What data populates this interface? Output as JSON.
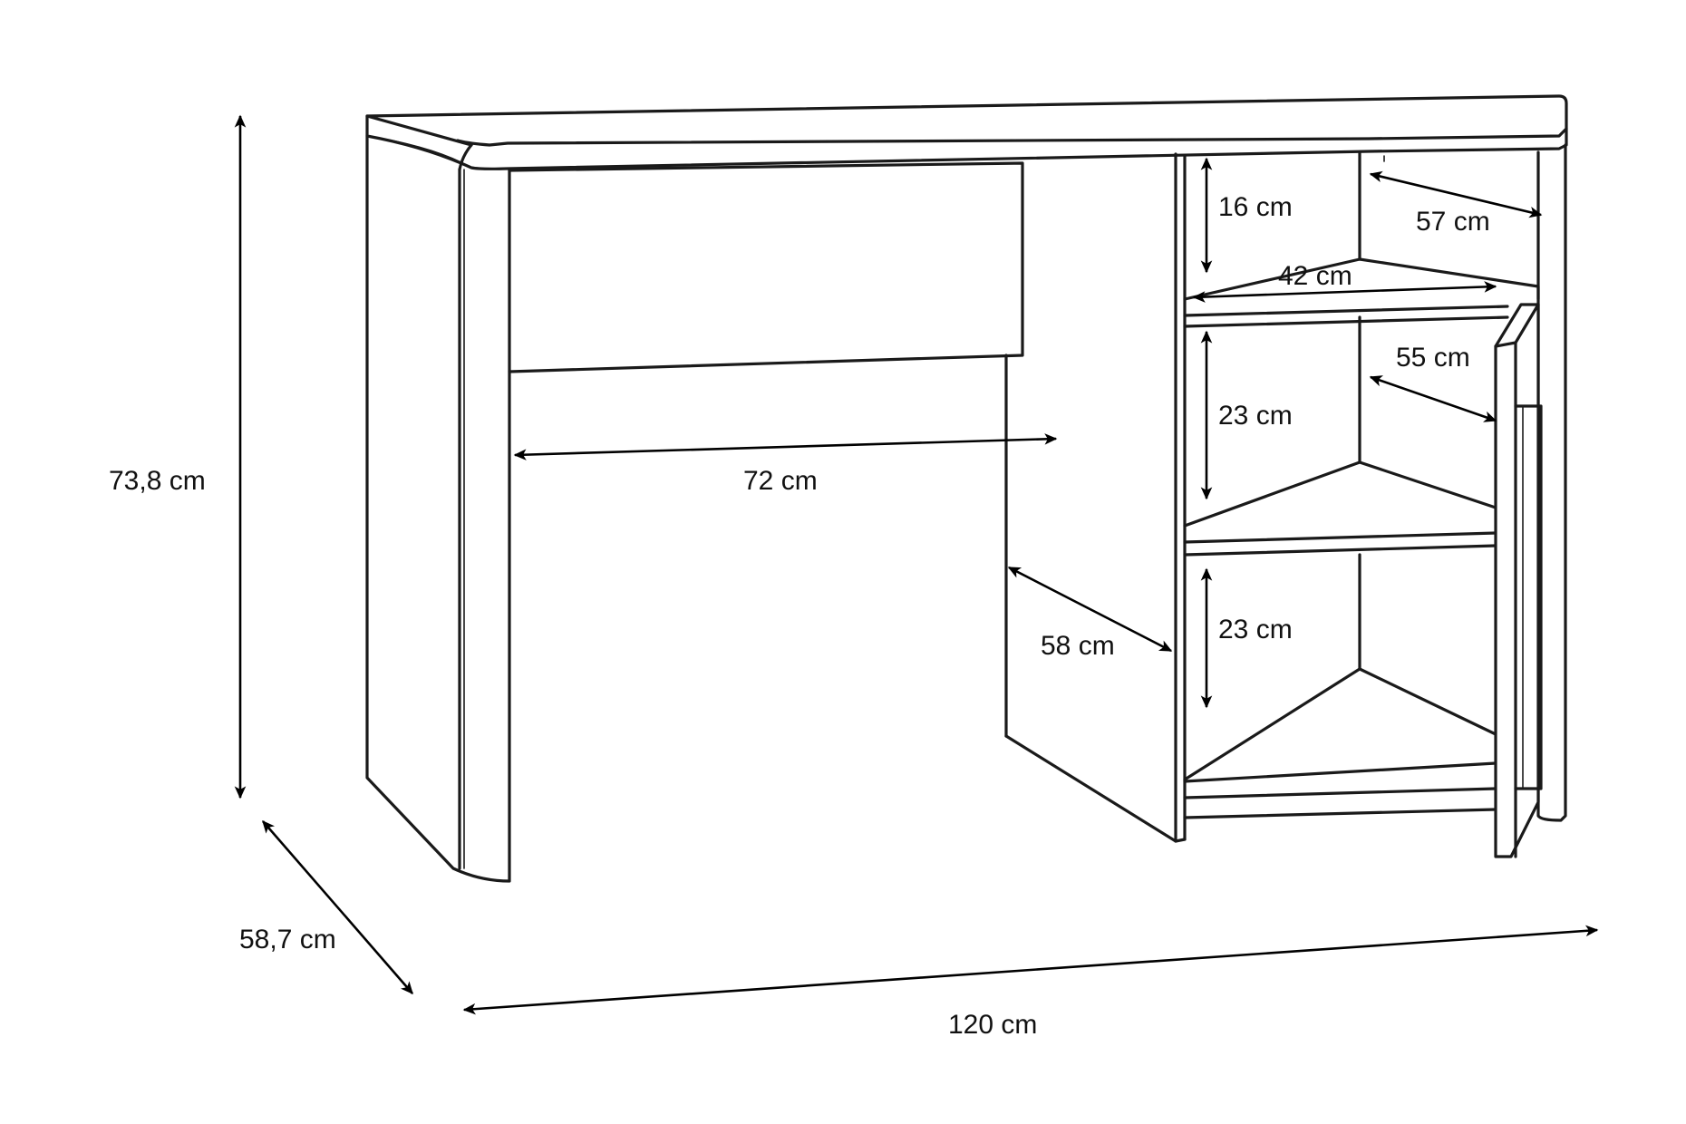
{
  "colors": {
    "line": "#1a1a1a",
    "background": "#ffffff"
  },
  "dimensions": {
    "height_total": "73,8 cm",
    "depth_total": "58,7 cm",
    "width_total": "120 cm",
    "knee_width": "72 cm",
    "knee_depth": "58 cm",
    "top_shelf_height": "16 cm",
    "top_shelf_depth": "57 cm",
    "shelf_width": "42 cm",
    "cabinet_depth": "55 cm",
    "middle_shelf_height": "23 cm",
    "bottom_shelf_height": "23 cm"
  }
}
